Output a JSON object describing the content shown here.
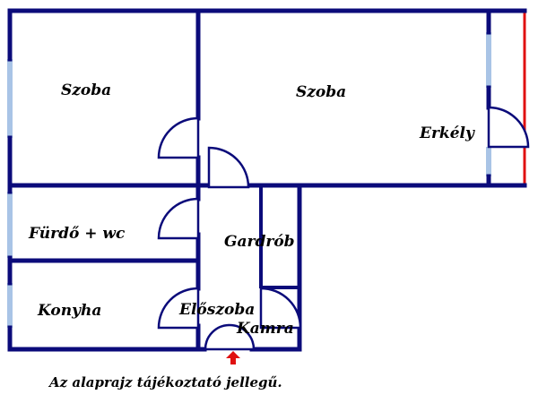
{
  "rooms": {
    "szoba_left": "Szoba",
    "szoba_right": "Szoba",
    "erkely": "Erkély",
    "furdo": "Fürdő + wc",
    "gardrob": "Gardrób",
    "konyha": "Konyha",
    "eloszoba": "Előszoba",
    "kamra": "Kamra"
  },
  "caption": "Az alaprajz tájékoztató jellegű.",
  "colors": {
    "wall": "#0b0b7a",
    "window": "#a9c4e6",
    "balcony_edge": "#e01010",
    "entrance_arrow": "#e01010"
  }
}
